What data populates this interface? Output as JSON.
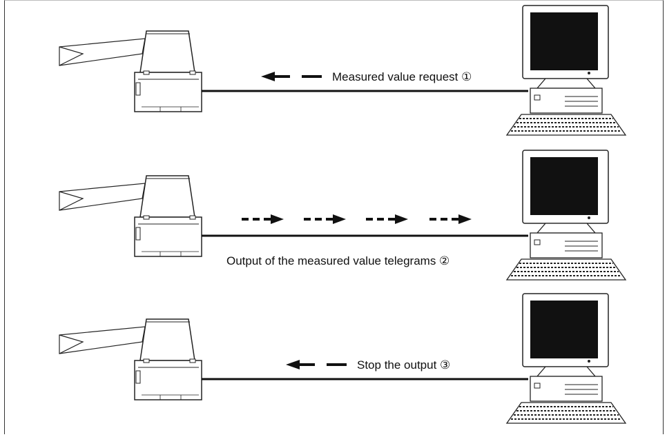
{
  "diagram": {
    "step1": {
      "label": "Measured value request ①",
      "direction": "to-scanner"
    },
    "step2": {
      "label": "Output of the measured value telegrams ②",
      "direction": "to-computer"
    },
    "step3": {
      "label": "Stop the output ③",
      "direction": "to-scanner"
    }
  },
  "colors": {
    "line": "#111111",
    "device": "#ffffff",
    "screen": "#111111",
    "frame": "#333333"
  },
  "icons": [
    "laser-scanner-icon",
    "desktop-computer-icon",
    "arrow-left-icon",
    "arrow-right-icon"
  ]
}
